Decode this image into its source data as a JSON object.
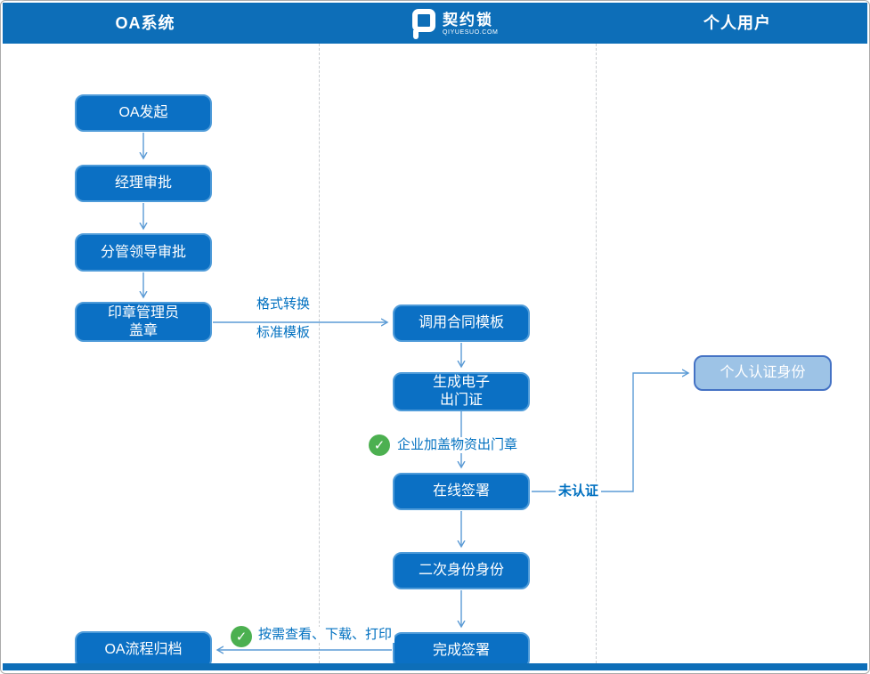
{
  "header": {
    "left_title": "OA系统",
    "logo_name": "契约锁",
    "logo_domain": "QIYUESUO.COM",
    "right_title": "个人用户"
  },
  "colors": {
    "header_blue": "#0d6eb8",
    "node_blue": "#0b70c4",
    "node_border": "#4e9bd9",
    "light_node_fill": "#9dc3e6",
    "light_node_border": "#4472c4",
    "arrow_blue": "#5b9bd5",
    "annotation_blue": "#0070c0",
    "check_green": "#4cb050",
    "divider_gray": "#c9cdd1"
  },
  "nodes": {
    "oa_initiate": "OA发起",
    "manager_approval": "经理审批",
    "leader_approval": "分管领导审批",
    "seal_admin_line1": "印章管理员",
    "seal_admin_line2": "盖章",
    "oa_archive": "OA流程归档",
    "call_template": "调用合同模板",
    "generate_line1": "生成电子",
    "generate_line2": "出门证",
    "online_sign": "在线签署",
    "second_identity": "二次身份身份",
    "complete_sign": "完成签署",
    "personal_auth": "个人认证身份"
  },
  "annotations": {
    "format_convert": "格式转换",
    "standard_template": "标准模板",
    "enterprise_seal": "企业加盖物资出门章",
    "not_authenticated": "未认证",
    "view_download_print": "按需查看、下载、打印",
    "check_glyph": "✓"
  }
}
